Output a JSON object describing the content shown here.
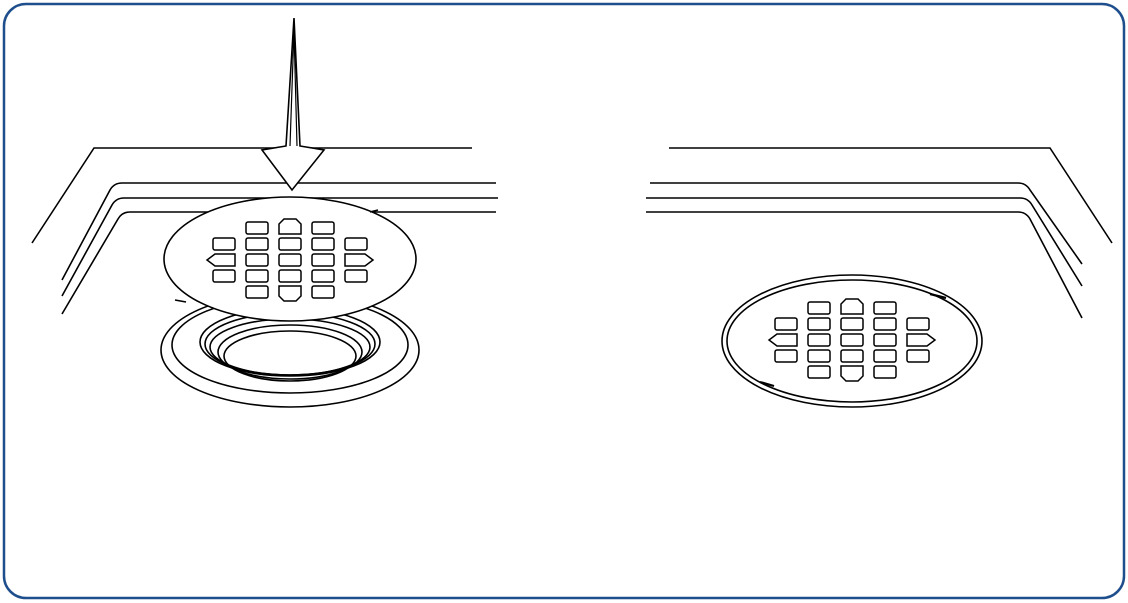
{
  "figure": {
    "frame_color": "#1f4e8c",
    "line_color": "#000000",
    "background": "#ffffff",
    "panels": [
      {
        "id": "left",
        "depicts": "strainer-being-placed",
        "has_arrow": true
      },
      {
        "id": "right",
        "depicts": "strainer-installed",
        "has_arrow": false
      }
    ]
  }
}
